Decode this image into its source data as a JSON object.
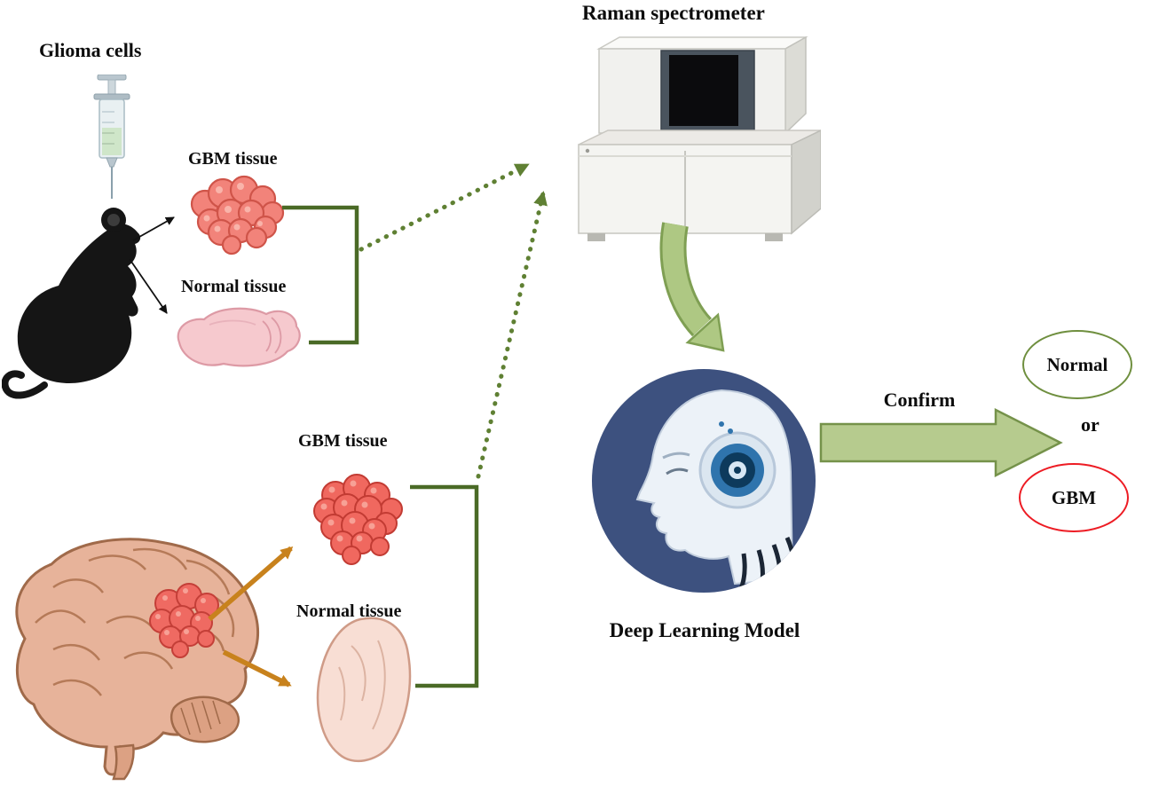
{
  "figure": {
    "labels": {
      "glioma_cells": "Glioma cells",
      "mouse_gbm_tissue": "GBM tissue",
      "mouse_normal_tissue": "Normal tissue",
      "raman_spectrometer": "Raman spectrometer",
      "human_gbm_tissue": "GBM tissue",
      "human_normal_tissue": "Normal tissue",
      "deep_learning_model": "Deep Learning Model",
      "confirm": "Confirm",
      "outcome_normal": "Normal",
      "outcome_or": "or",
      "outcome_gbm": "GBM"
    }
  },
  "colors": {
    "background": "#ffffff",
    "diagram_green": "#5f8033",
    "bracket_green": "#4a6a26",
    "confirm_arrow_fill": "#b6cb8e",
    "confirm_arrow_border": "#75924a",
    "curved_arrow_fill": "#aec883",
    "curved_arrow_border": "#7f9f53",
    "orange_arrow": "#c8821d",
    "normal_ellipse_border": "#6f8f3f",
    "gbm_ellipse_border": "#ed1c24",
    "dl_circle_blue": "#3d517f",
    "tumor_red": "#f0685f",
    "normal_tissue_pink": "#f6c9ce"
  }
}
